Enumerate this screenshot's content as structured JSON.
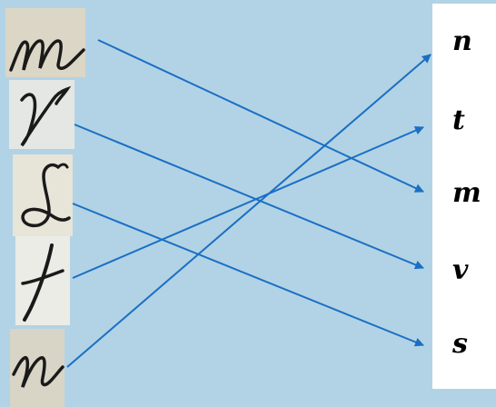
{
  "colors": {
    "background": "#b2d3e5",
    "arrow": "#1a6fc4",
    "panel": "#ffffff",
    "ink": "#1a1a1a"
  },
  "cursive_items": [
    {
      "id": "cursive-m",
      "icon": "cursive-m-glyph"
    },
    {
      "id": "cursive-v",
      "icon": "cursive-v-glyph"
    },
    {
      "id": "cursive-s",
      "icon": "cursive-s-glyph"
    },
    {
      "id": "cursive-t",
      "icon": "cursive-t-glyph"
    },
    {
      "id": "cursive-n",
      "icon": "cursive-n-glyph"
    }
  ],
  "print_letters": [
    "n",
    "t",
    "m",
    "v",
    "s"
  ],
  "matches": [
    {
      "from": "cursive-m",
      "to": "m"
    },
    {
      "from": "cursive-v",
      "to": "v"
    },
    {
      "from": "cursive-s",
      "to": "s"
    },
    {
      "from": "cursive-t",
      "to": "t"
    },
    {
      "from": "cursive-n",
      "to": "n"
    }
  ]
}
